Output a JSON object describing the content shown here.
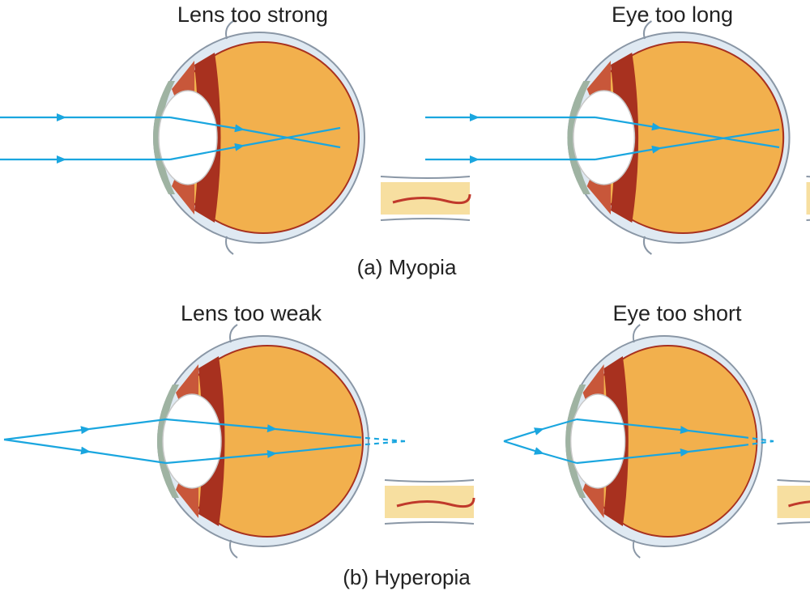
{
  "panels": {
    "myopia": {
      "caption": "(a) Myopia",
      "left_title": "Lens too strong",
      "right_title": "Eye too long"
    },
    "hyperopia": {
      "caption": "(b) Hyperopia",
      "left_title": "Lens too weak",
      "right_title": "Eye too short"
    }
  },
  "colors": {
    "vitreous": "#f2b04d",
    "sclera": "#dfe9f2",
    "sclera_outline": "#8a97a6",
    "choroid": "#a8311f",
    "ciliary": "#c8573a",
    "cornea": "#9fb3a2",
    "lens": "#ffffff",
    "ray": "#1aa6df",
    "nerve": "#f7dfa0"
  },
  "icons": [
    "eye-cross-section"
  ]
}
